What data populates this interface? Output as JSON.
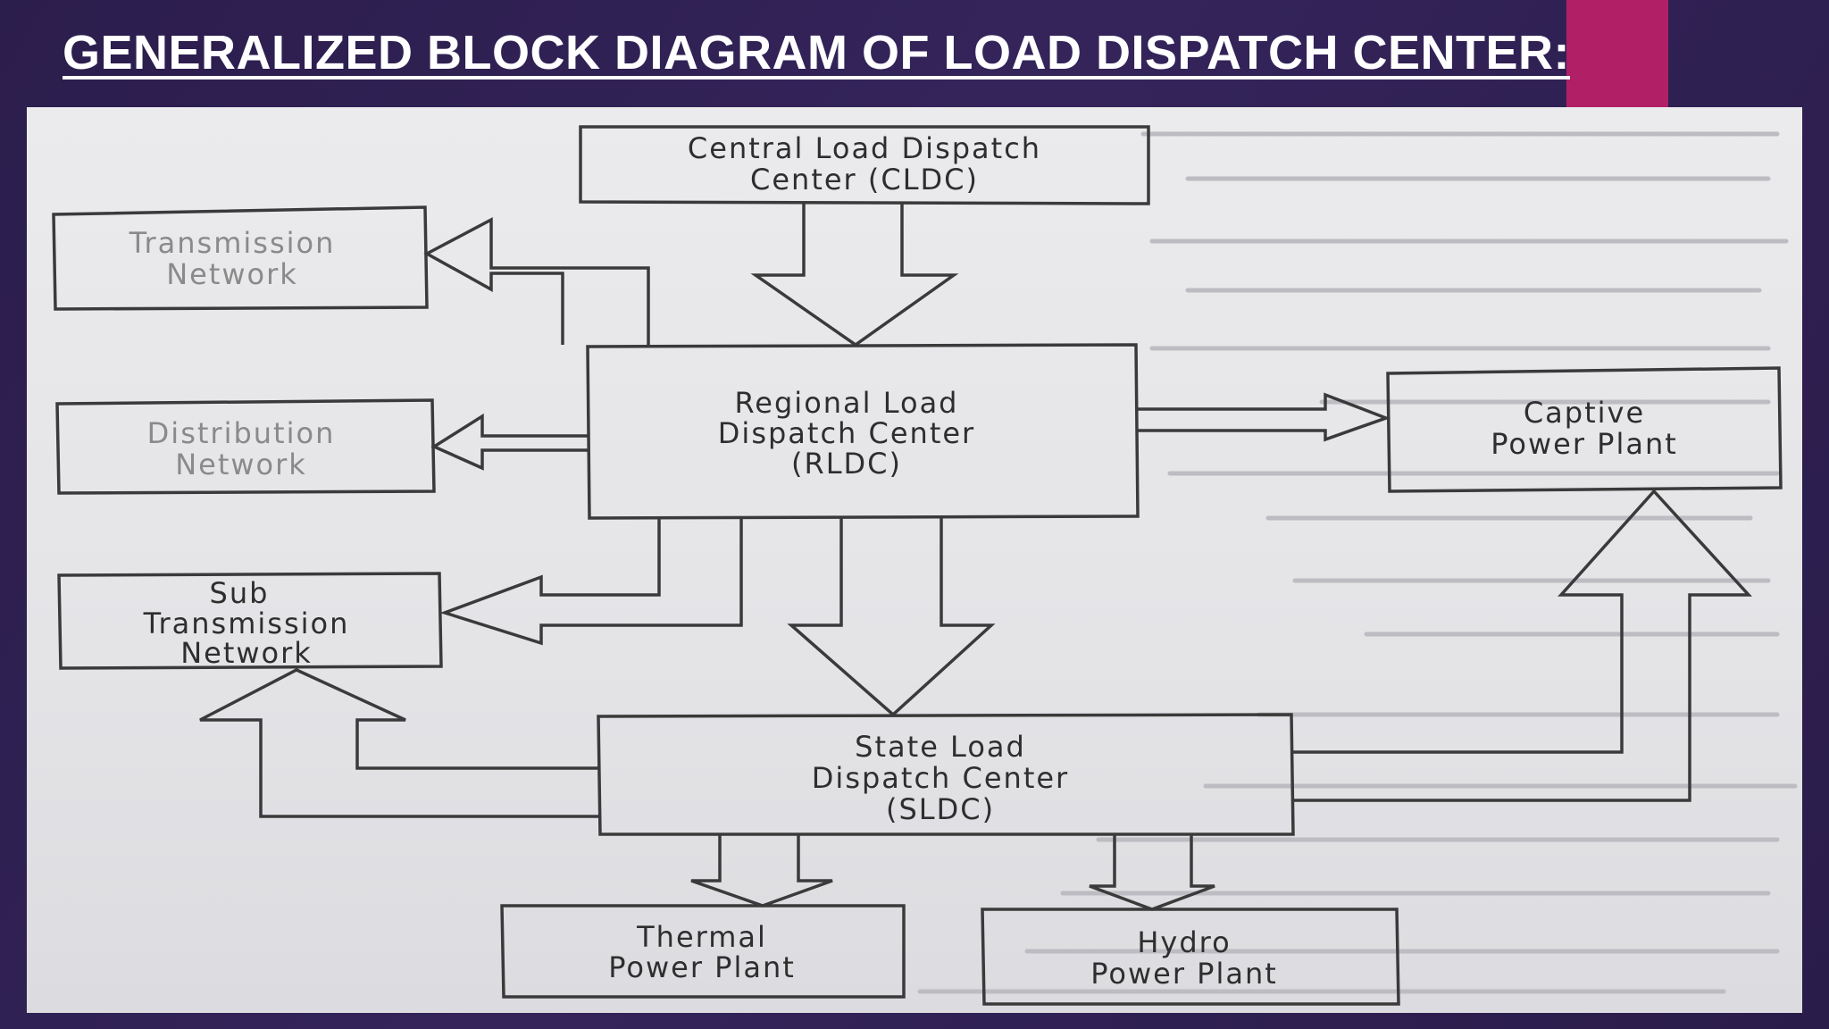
{
  "slide": {
    "title": "GENERALIZED BLOCK DIAGRAM OF LOAD DISPATCH CENTER:",
    "accent_color": "#b11f67",
    "background_color": "#2e2050"
  },
  "diagram": {
    "cldc": {
      "line1": "Central Load Dispatch",
      "line2": "Center (CLDC)"
    },
    "transmission": {
      "line1": "Transmission",
      "line2": "Network"
    },
    "distribution": {
      "line1": "Distribution",
      "line2": "Network"
    },
    "rldc": {
      "line1": "Regional Load",
      "line2": "Dispatch Center",
      "line3": "(RLDC)"
    },
    "captive": {
      "line1": "Captive",
      "line2": "Power Plant"
    },
    "sub_transmission": {
      "line1": "Sub",
      "line2": "Transmission",
      "line3": "Network"
    },
    "sldc": {
      "line1": "State Load",
      "line2": "Dispatch Center",
      "line3": "(SLDC)"
    },
    "thermal": {
      "line1": "Thermal",
      "line2": "Power Plant"
    },
    "hydro": {
      "line1": "Hydro",
      "line2": "Power Plant"
    }
  }
}
